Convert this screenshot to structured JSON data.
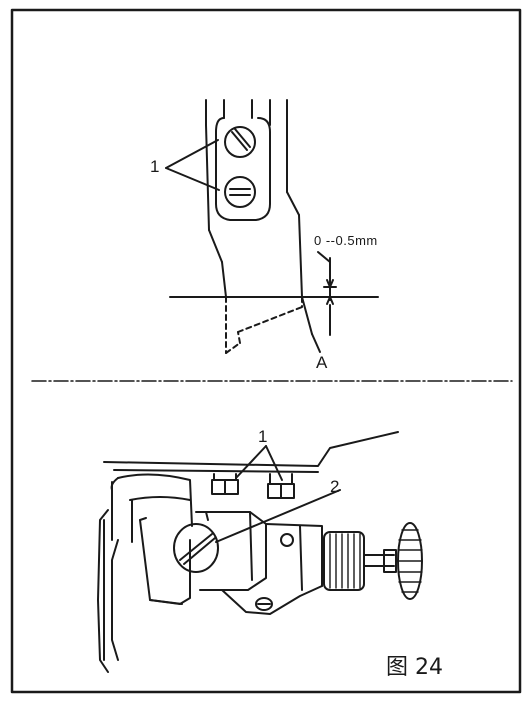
{
  "labels": {
    "top_callout_1": "1",
    "dimension": "0 --0.5mm",
    "point_a": "A",
    "bottom_callout_1": "1",
    "bottom_callout_2": "2"
  },
  "caption": "图 24",
  "colors": {
    "ink": "#1a1a1a",
    "paper": "#ffffff"
  }
}
